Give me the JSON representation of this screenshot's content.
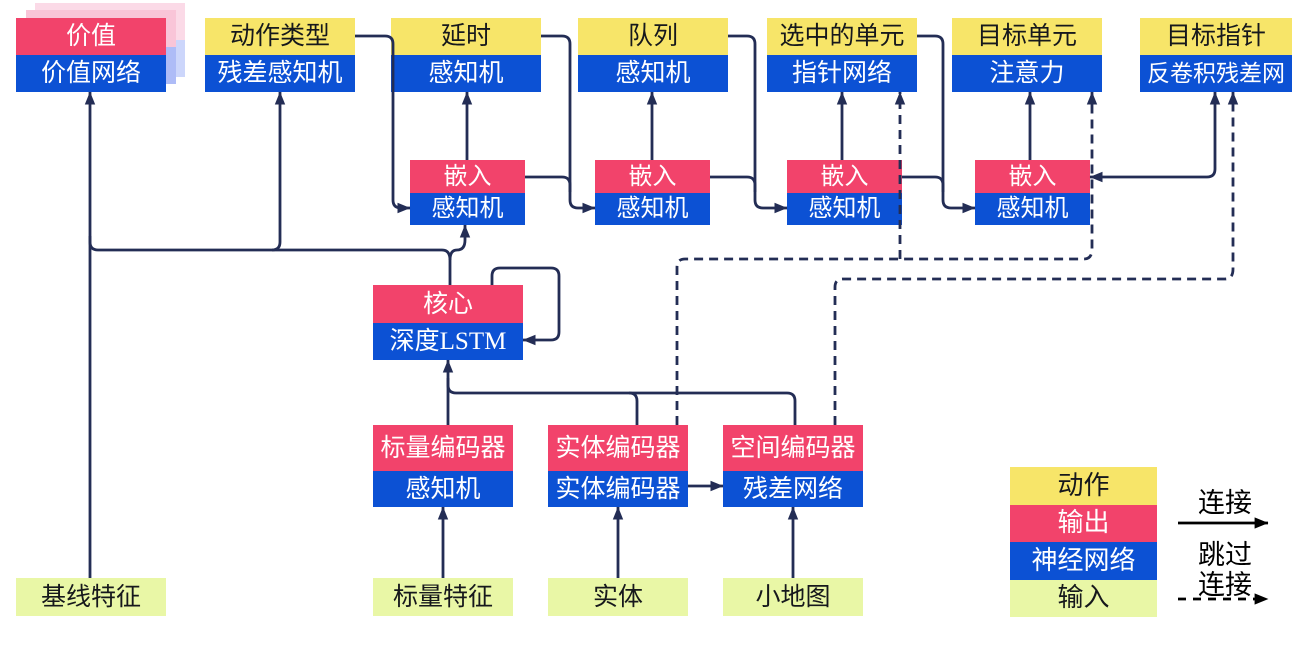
{
  "heads": [
    {
      "id": "value",
      "top": "价值",
      "bottom": "价值网络"
    },
    {
      "id": "action_type",
      "top": "动作类型",
      "bottom": "残差感知机"
    },
    {
      "id": "delay",
      "top": "延时",
      "bottom": "感知机"
    },
    {
      "id": "queue",
      "top": "队列",
      "bottom": "感知机"
    },
    {
      "id": "selected_units",
      "top": "选中的单元",
      "bottom": "指针网络"
    },
    {
      "id": "target_unit",
      "top": "目标单元",
      "bottom": "注意力"
    },
    {
      "id": "target_point",
      "top": "目标指针",
      "bottom": "反卷积残差网"
    }
  ],
  "embeddings": [
    {
      "top": "嵌入",
      "bottom": "感知机"
    },
    {
      "top": "嵌入",
      "bottom": "感知机"
    },
    {
      "top": "嵌入",
      "bottom": "感知机"
    },
    {
      "top": "嵌入",
      "bottom": "感知机"
    }
  ],
  "core": {
    "top": "核心",
    "bottom": "深度LSTM"
  },
  "encoders": [
    {
      "top": "标量编码器",
      "bottom": "感知机"
    },
    {
      "top": "实体编码器",
      "bottom": "实体编码器"
    },
    {
      "top": "空间编码器",
      "bottom": "残差网络"
    }
  ],
  "inputs": [
    "基线特征",
    "标量特征",
    "实体",
    "小地图"
  ],
  "legend": {
    "items": [
      {
        "label": "动作",
        "category": "action"
      },
      {
        "label": "输出",
        "category": "output"
      },
      {
        "label": "神经网络",
        "category": "network"
      },
      {
        "label": "输入",
        "category": "input"
      }
    ],
    "connection_label": "连接",
    "skip_connection_label_line1": "跳过",
    "skip_connection_label_line2": "连接"
  },
  "colors": {
    "action_yellow": "#F7E569",
    "output_red": "#F2436B",
    "network_blue": "#0C51D4",
    "input_green": "#E9F7A6",
    "connector_navy": "#232D55",
    "legend_arrow_black": "#000000",
    "ghost_pink": "#F9C5D8",
    "ghost_blue": "#AEBCF7"
  }
}
